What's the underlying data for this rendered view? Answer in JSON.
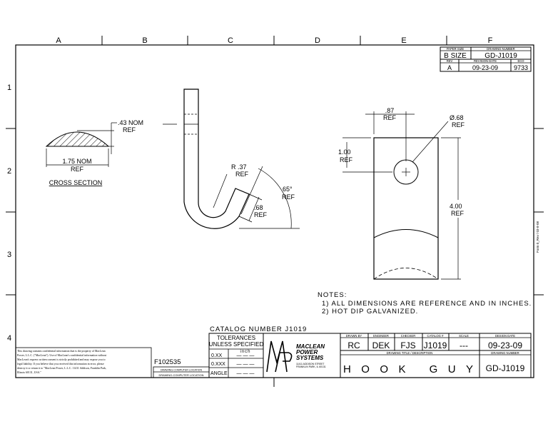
{
  "zones": {
    "columns": [
      "A",
      "B",
      "C",
      "D",
      "E",
      "F"
    ],
    "rows": [
      "1",
      "2",
      "3",
      "4"
    ]
  },
  "title_block_top": {
    "paper_size_label": "PAPER SIZE",
    "paper_size": "B SIZE",
    "drawing_number_label": "DRAWING NUMBER",
    "drawing_number": "GD-J1019",
    "rev_label": "REV",
    "rev": "A",
    "revision_date_label": "REVISION DATE",
    "revision_date": "09-23-09",
    "eco_label": "ECO",
    "eco": "9733"
  },
  "cross_section": {
    "height_dim": ".43 NOM",
    "height_ref": "REF",
    "width_dim": "1.75 NOM",
    "width_ref": "REF",
    "label": "CROSS SECTION"
  },
  "side_view": {
    "radius_dim": "R .37",
    "radius_ref": "REF",
    "angle_dim": "65°",
    "angle_ref": "REF",
    "leg_dim": ".68",
    "leg_ref": "REF"
  },
  "front_view": {
    "hole_offset_dim": ".87",
    "hole_offset_ref": "REF",
    "hole_dia_dim": "Ø.68",
    "hole_dia_ref": "REF",
    "hole_height_dim": "1.00",
    "hole_height_ref": "REF",
    "length_dim": "4.00",
    "length_ref": "REF"
  },
  "notes": {
    "heading": "NOTES:",
    "items": [
      "1) ALL DIMENSIONS ARE REFERENCE AND IN INCHES.",
      "2) HOT DIP GALVANIZED."
    ]
  },
  "catalog_number": "CATALOG NUMBER J1019",
  "side_stamp": "Form 0_Rev / 03-8-08",
  "confidential_text": [
    "This drawing contains confidential information that is the property of MacLean",
    "Power, L.L.C. (\"MacLean\"). Use of MacLean's confidential information without",
    "MacLean's express written consent is strictly prohibited and may expose you to",
    "legal liability.  If you believe that you received this information in error, please",
    "destroy it or return it to \"MacLean Power, L.L.C. 11411 Addison, Franklin Park,",
    "Illinois 60131, USA.\""
  ],
  "location": {
    "code": "F102535",
    "label1": "DRAWING-COMPUTER LOCATION",
    "label2": "DRAWING-COMPUTER LOCATION"
  },
  "tolerances": {
    "title1": "TOLERANCES",
    "title2": "UNLESS SPECIFIED",
    "unit": "inch",
    "rows": [
      {
        "label": "0.XX",
        "value": "— — —"
      },
      {
        "label": "0.XXX",
        "value": "— — —"
      },
      {
        "label": "ANGLE",
        "value": "— — —"
      }
    ]
  },
  "company": {
    "logo_letters": "MP",
    "name1": "MACLEAN",
    "name2": "POWER",
    "name3": "SYSTEMS",
    "address1": "11411 ADDISON STREET",
    "address2": "FRANKLIN PARK, IL 60131"
  },
  "title_block": {
    "drawn_by_label": "DRAWN BY",
    "drawn_by": "RC",
    "engineer_label": "ENGINEER",
    "engineer": "DEK",
    "checker_label": "CHECKER",
    "checker": "FJS",
    "catalog_label": "CATALOG #",
    "catalog": "J1019",
    "scale_label": "SCALE",
    "scale": "---",
    "design_date_label": "DESIGN DATE",
    "design_date": "09-23-09",
    "title_label": "DRAWING TITLE / DESCRIPTION",
    "title": "HOOK GUY",
    "drawing_number_label": "DRAWING NUMBER",
    "drawing_number": "GD-J1019"
  }
}
